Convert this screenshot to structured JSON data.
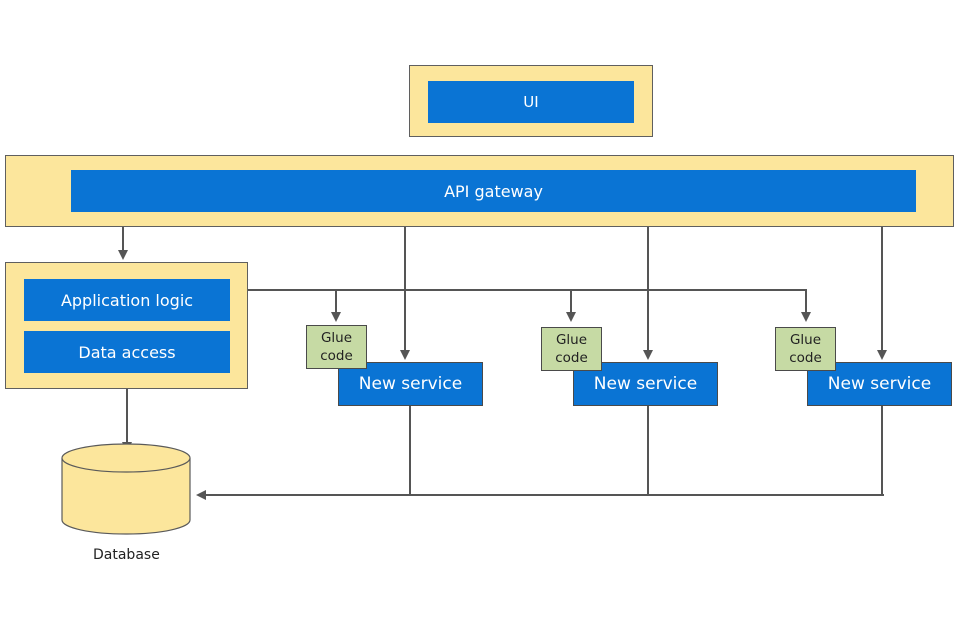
{
  "ui": {
    "label": "UI"
  },
  "gateway": {
    "label": "API gateway"
  },
  "monolith": {
    "app_logic": "Application logic",
    "data_access": "Data access"
  },
  "database": {
    "label": "Database"
  },
  "services": [
    {
      "label": "New service",
      "glue_line1": "Glue",
      "glue_line2": "code"
    },
    {
      "label": "New service",
      "glue_line1": "Glue",
      "glue_line2": "code"
    },
    {
      "label": "New service",
      "glue_line1": "Glue",
      "glue_line2": "code"
    }
  ],
  "colors": {
    "frame_fill": "#fce69c",
    "box_blue": "#0a74d4",
    "glue_green": "#c6daa4",
    "line_gray": "#555555"
  }
}
